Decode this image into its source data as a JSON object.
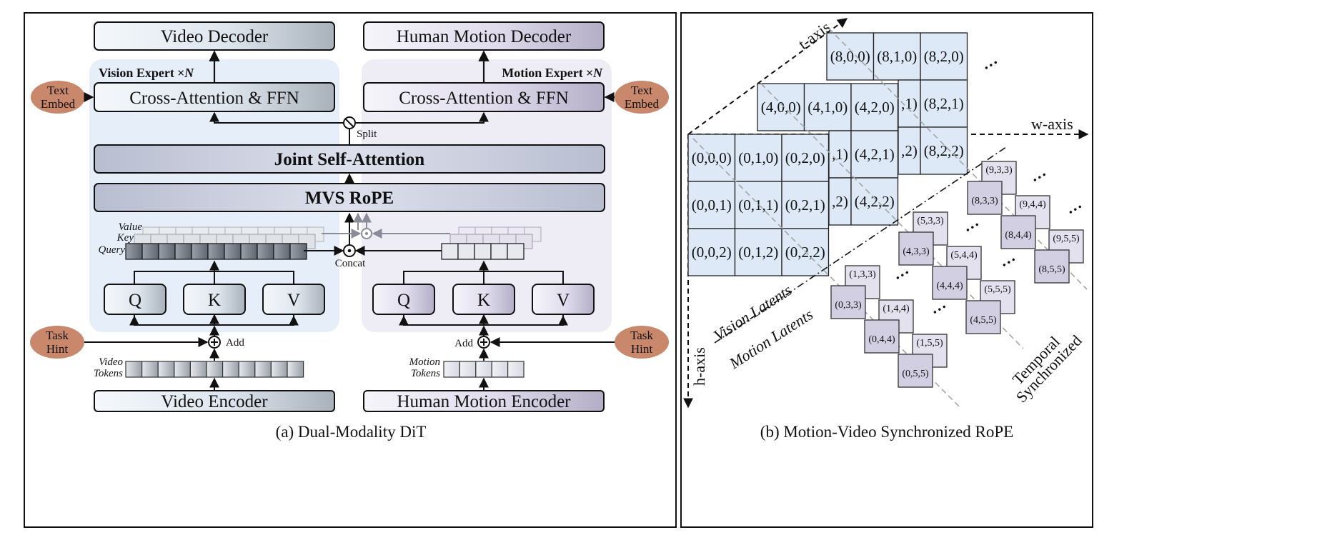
{
  "panel_a": {
    "caption": "(a) Dual-Modality DiT",
    "video_decoder": "Video Decoder",
    "motion_decoder": "Human Motion Decoder",
    "vision_expert": "Vision Expert",
    "motion_expert": "Motion Expert",
    "expert_multiplier": "×N",
    "cross_attn_left": "Cross-Attention & FFN",
    "cross_attn_right": "Cross-Attention & FFN",
    "text_embed_left": [
      "Text",
      "Embed"
    ],
    "text_embed_right": [
      "Text",
      "Embed"
    ],
    "split_label": "Split",
    "joint_self_attention": "Joint Self-Attention",
    "mvs_rope": "MVS RoPE",
    "value_label": "Value",
    "key_label": "Key",
    "query_label": "Query",
    "concat_label": "Concat",
    "q_left": "Q",
    "k_left": "K",
    "v_left": "V",
    "q_right": "Q",
    "k_right": "K",
    "v_right": "V",
    "task_hint_left": [
      "Task",
      "Hint"
    ],
    "task_hint_right": [
      "Task",
      "Hint"
    ],
    "add_left": "Add",
    "add_right": "Add",
    "video_tokens": [
      "Video",
      "Tokens"
    ],
    "motion_tokens": [
      "Motion",
      "Tokens"
    ],
    "video_encoder": "Video Encoder",
    "motion_encoder": "Human Motion Encoder"
  },
  "panel_b": {
    "caption": "(b) Motion-Video Synchronized RoPE",
    "t_axis": "t-axis",
    "w_axis": "w-axis",
    "h_axis": "h-axis",
    "vision_latents": "Vision Latents",
    "motion_latents": "Motion Latents",
    "temporal_synchronized": [
      "Temporal",
      "Synchronized"
    ],
    "ellipsis": "…",
    "grid_t8": [
      "(8,0,0)",
      "(8,1,0)",
      "(8,2,0)",
      ",1)",
      "(8,2,1)",
      ",2)",
      "(8,2,2)"
    ],
    "grid_t4": [
      "(4,0,0)",
      "(4,1,0)",
      "(4,2,0)",
      ",1)",
      "(4,2,1)",
      ",2)",
      "(4,2,2)"
    ],
    "grid_t0": [
      "(0,0,0)",
      "(0,1,0)",
      "(0,2,0)",
      "(0,0,1)",
      "(0,1,1)",
      "(0,2,1)",
      "(0,0,2)",
      "(0,1,2)",
      "(0,2,2)"
    ],
    "motion_chain_0": [
      "(1,3,3)",
      "(0,3,3)",
      "(1,4,4)",
      "(0,4,4)",
      "(1,5,5)",
      "(0,5,5)"
    ],
    "motion_chain_4": [
      "(5,3,3)",
      "(4,3,3)",
      "(5,4,4)",
      "(4,4,4)",
      "(5,5,5)",
      "(4,5,5)"
    ],
    "motion_chain_8": [
      "(9,3,3)",
      "(8,3,3)",
      "(9,4,4)",
      "(8,4,4)",
      "(9,5,5)",
      "(8,5,5)"
    ]
  },
  "colors": {
    "vision_fill": "#dce9f7",
    "vision_panel": "#eaf2fb",
    "motion_fill": "#ddd9ea",
    "motion_panel": "#efedf6",
    "hint_fill": "#c9876b",
    "bar_fill": "#c9cbd9"
  }
}
